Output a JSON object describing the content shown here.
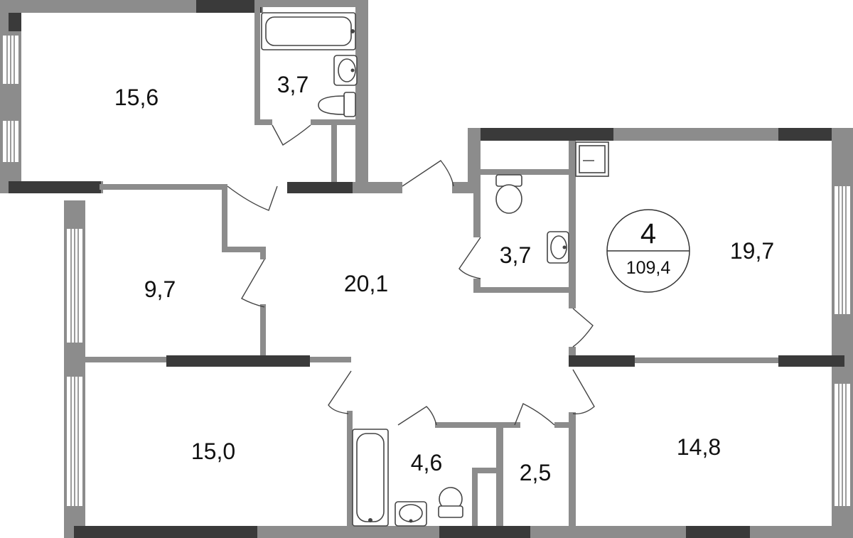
{
  "apartment": {
    "rooms_count": "4",
    "total_area": "109,4"
  },
  "rooms": [
    {
      "id": "bedroom-top-left",
      "area": "15,6"
    },
    {
      "id": "bathroom-top",
      "area": "3,7"
    },
    {
      "id": "room-left",
      "area": "9,7"
    },
    {
      "id": "hall",
      "area": "20,1"
    },
    {
      "id": "wc",
      "area": "3,7"
    },
    {
      "id": "room-right",
      "area": "19,7"
    },
    {
      "id": "room-bottom-left",
      "area": "15,0"
    },
    {
      "id": "bathroom-bottom",
      "area": "4,6"
    },
    {
      "id": "storage",
      "area": "2,5"
    },
    {
      "id": "room-bottom-right",
      "area": "14,8"
    }
  ]
}
